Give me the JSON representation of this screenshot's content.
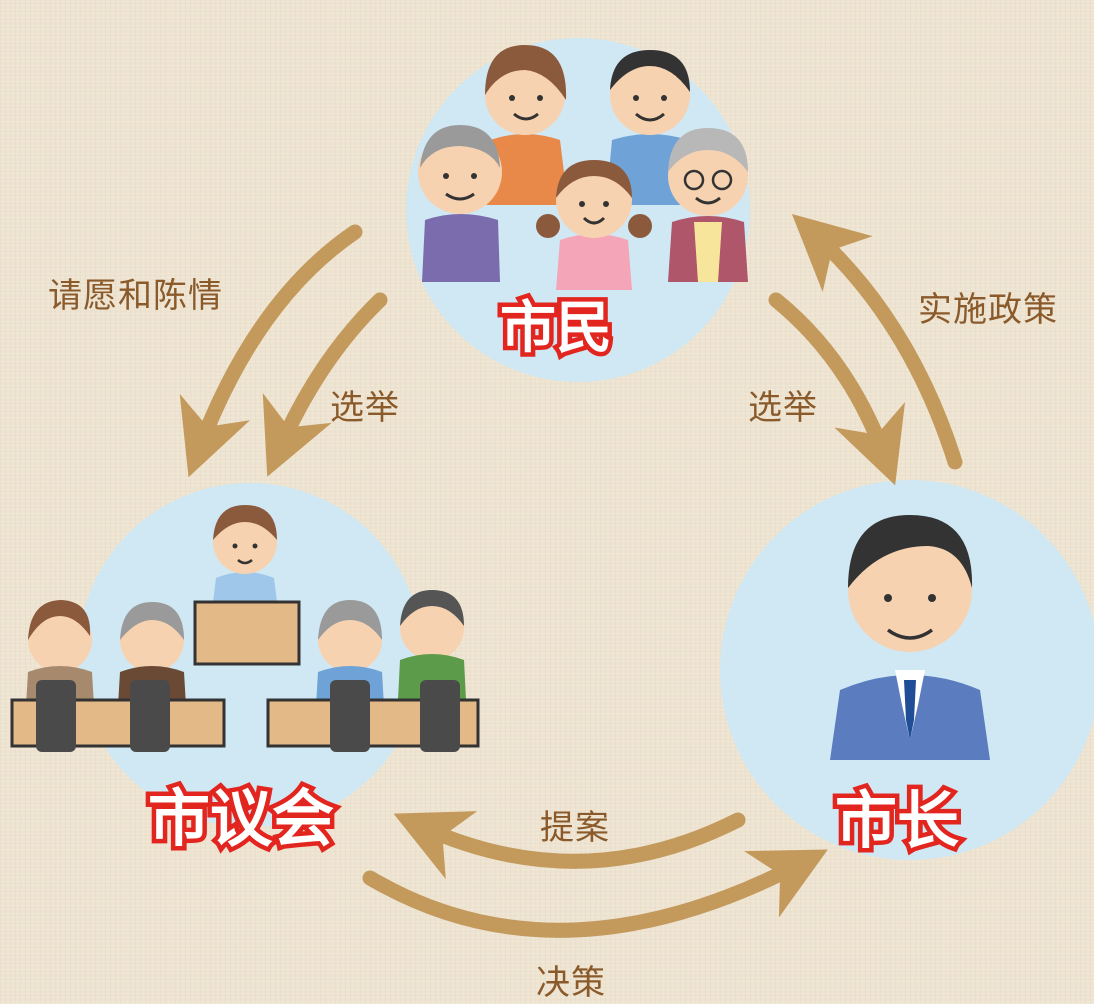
{
  "nodes": {
    "citizens": {
      "title": "市民"
    },
    "council": {
      "title": "市议会"
    },
    "mayor": {
      "title": "市长"
    }
  },
  "arrows": {
    "petition": "请愿和陈情",
    "elect_council": "选举",
    "elect_mayor": "选举",
    "implement_policy": "实施政策",
    "proposal": "提案",
    "resolution": "决策"
  },
  "colors": {
    "arrow": "#c39a5c",
    "label_text": "#8a5a2b",
    "circle": "#cfe8f4",
    "title_fill": "#ffffff",
    "title_outline": "#e2261f"
  }
}
